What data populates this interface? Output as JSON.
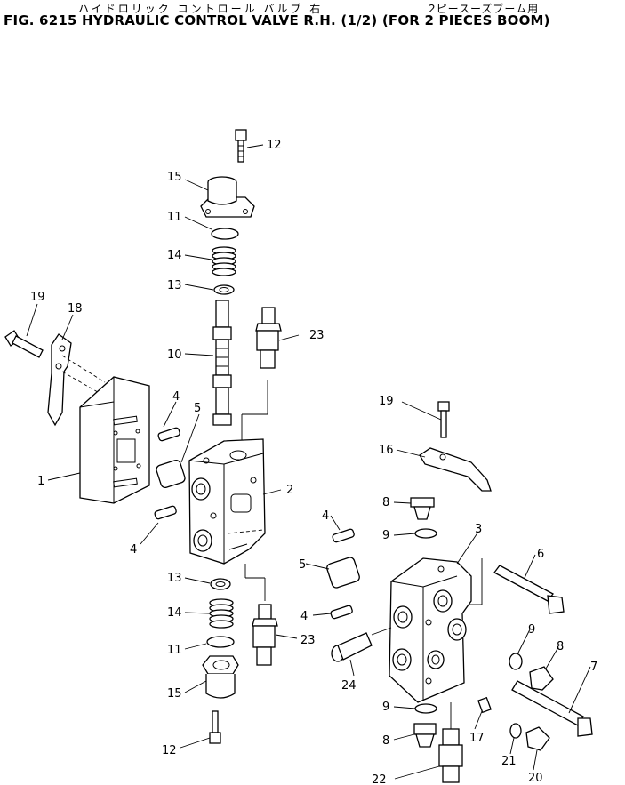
{
  "figure": {
    "title_jp": "ハイドロリック コントロール バルブ 右",
    "subtitle_jp": "2ピースーズブーム用",
    "title_en": "FIG. 6215  HYDRAULIC CONTROL VALVE R.H. (1/2) (FOR 2 PIECES BOOM)"
  },
  "callouts": [
    "12",
    "15",
    "11",
    "14",
    "13",
    "10",
    "23",
    "19",
    "18",
    "4",
    "5",
    "1",
    "2",
    "4",
    "13",
    "14",
    "11",
    "15",
    "12",
    "23",
    "19",
    "16",
    "8",
    "9",
    "3",
    "6",
    "4",
    "5",
    "4",
    "9",
    "8",
    "7",
    "24",
    "9",
    "8",
    "17",
    "21",
    "20",
    "22"
  ]
}
